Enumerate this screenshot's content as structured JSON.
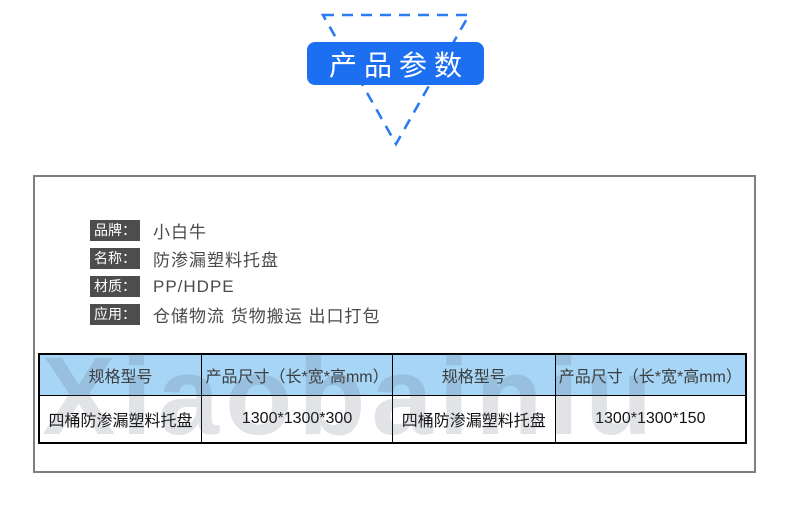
{
  "header": {
    "banner_label": "产品参数"
  },
  "product_info": {
    "fields": [
      {
        "label": "品牌：",
        "value": "小白牛"
      },
      {
        "label": "名称：",
        "value": "防渗漏塑料托盘"
      },
      {
        "label": "材质：",
        "value": "PP/HDPE"
      },
      {
        "label": "应用：",
        "value": "仓储物流 货物搬运 出口打包"
      }
    ]
  },
  "spec_table": {
    "headers": [
      "规格型号",
      "产品尺寸（长*宽*高mm）",
      "规格型号",
      "产品尺寸（长*宽*高mm）"
    ],
    "rows": [
      [
        "四桶防渗漏塑料托盘",
        "1300*1300*300",
        "四桶防渗漏塑料托盘",
        "1300*1300*150"
      ]
    ]
  },
  "watermark": "Xiaobainiu",
  "colors": {
    "banner_blue": "#1d6ff2",
    "triangle_blue": "#2b7bf3",
    "table_header_blue": "#a6d5f6",
    "badge_gray": "#4d4d4f",
    "panel_border_gray": "#7f7f7f"
  }
}
